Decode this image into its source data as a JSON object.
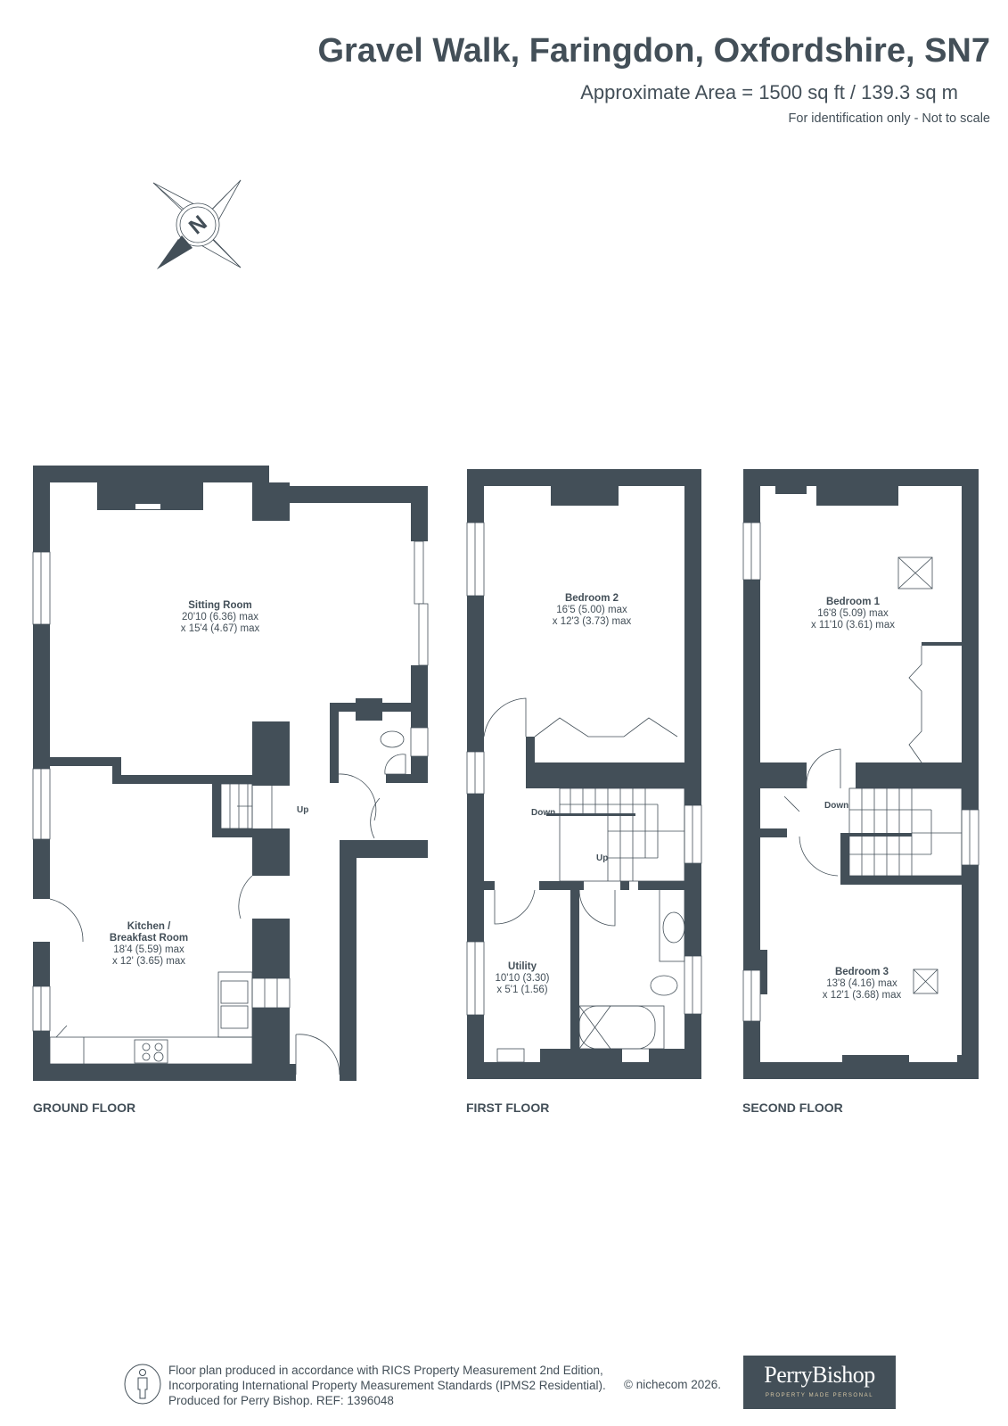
{
  "header": {
    "title": "Gravel Walk, Faringdon, Oxfordshire, SN7",
    "area": "Approximate Area = 1500 sq ft / 139.3 sq m",
    "disclaimer": "For identification only - Not to scale"
  },
  "compass": {
    "icon": "north-compass-icon",
    "letter": "N"
  },
  "colors": {
    "wall": "#434f58",
    "background": "#ffffff",
    "logo_tagline": "#d9c9a6"
  },
  "floors": [
    {
      "label": "GROUND FLOOR",
      "rooms": [
        {
          "name": "Sitting Room",
          "dim1": "20'10 (6.36) max",
          "dim2": "x 15'4 (4.67) max"
        },
        {
          "name": "Kitchen /",
          "name2": "Breakfast Room",
          "dim1": "18'4 (5.59) max",
          "dim2": "x 12' (3.65) max"
        }
      ],
      "stairs": [
        {
          "label": "Up"
        }
      ]
    },
    {
      "label": "FIRST FLOOR",
      "rooms": [
        {
          "name": "Bedroom 2",
          "dim1": "16'5 (5.00) max",
          "dim2": "x 12'3 (3.73) max"
        },
        {
          "name": "Utility",
          "dim1": "10'10 (3.30)",
          "dim2": "x 5'1 (1.56)"
        }
      ],
      "stairs": [
        {
          "label": "Down"
        },
        {
          "label": "Up"
        }
      ]
    },
    {
      "label": "SECOND FLOOR",
      "rooms": [
        {
          "name": "Bedroom 1",
          "dim1": "16'8 (5.09) max",
          "dim2": "x 11'10 (3.61) max"
        },
        {
          "name": "Bedroom 3",
          "dim1": "13'8 (4.16) max",
          "dim2": "x 12'1 (3.68) max"
        }
      ],
      "stairs": [
        {
          "label": "Down"
        }
      ]
    }
  ],
  "footer": {
    "line1": "Floor plan produced in accordance with RICS Property Measurement 2nd Edition,",
    "line2": "Incorporating International Property Measurement Standards (IPMS2 Residential).",
    "line3": "Produced for Perry Bishop.   REF: 1396048",
    "copyright": "© nichecom 2026.",
    "logo_main": "PerryBishop",
    "logo_tagline": "PROPERTY MADE PERSONAL"
  }
}
